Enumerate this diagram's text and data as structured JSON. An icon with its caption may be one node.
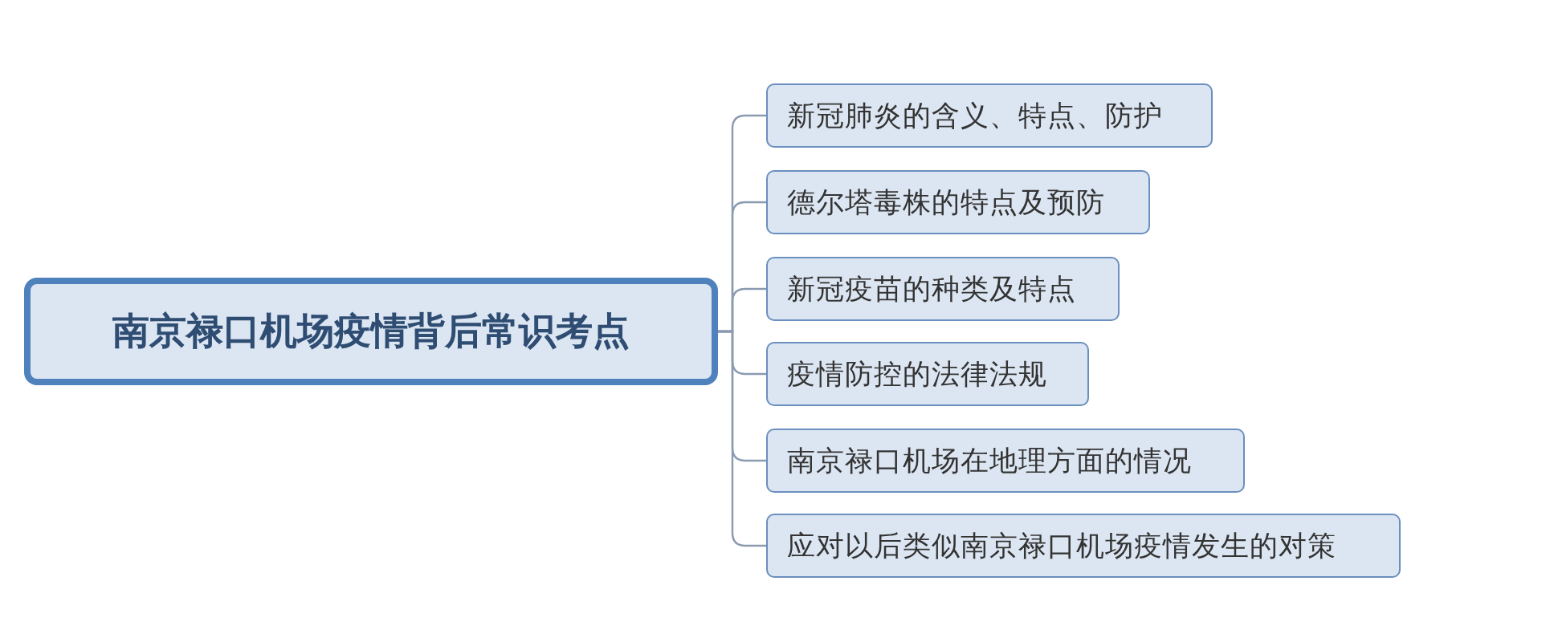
{
  "diagram": {
    "nodes": [
      {
        "text": [
          "南京禄口机场疫情背后常识考点"
        ]
      },
      {
        "text": [
          "新冠肺炎的含义、特点、防护"
        ]
      },
      {
        "text": [
          "德尔塔毒株的特点及预防"
        ]
      },
      {
        "text": [
          "新冠疫苗的种类及特点"
        ]
      },
      {
        "text": [
          "疫情防控的法律法规"
        ]
      },
      {
        "text": [
          "南京禄口机场在地理方面的情况"
        ]
      },
      {
        "text": [
          "应对以后类似南京禄口机场疫情发生的对策"
        ]
      }
    ],
    "edges": [
      {
        "from": 0,
        "to": 1,
        "arrow": "none"
      },
      {
        "from": 0,
        "to": 2,
        "arrow": "none"
      },
      {
        "from": 0,
        "to": 3,
        "arrow": "none"
      },
      {
        "from": 0,
        "to": 4,
        "arrow": "none"
      },
      {
        "from": 0,
        "to": 5,
        "arrow": "none"
      },
      {
        "from": 0,
        "to": 6,
        "arrow": "none"
      }
    ]
  }
}
